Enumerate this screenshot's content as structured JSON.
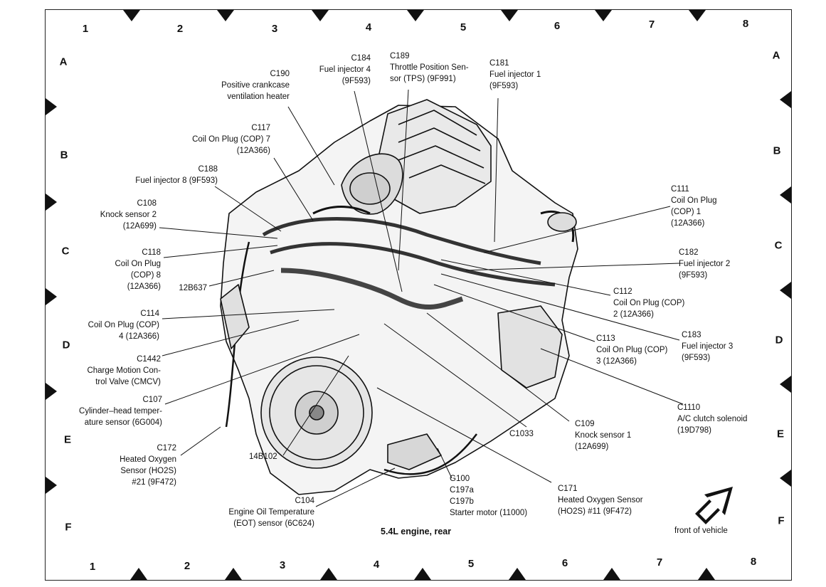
{
  "caption": "5.4L engine, rear",
  "front_label": "front of vehicle",
  "grid": {
    "numbers": [
      "1",
      "2",
      "3",
      "4",
      "5",
      "6",
      "7",
      "8"
    ],
    "letters": [
      "A",
      "B",
      "C",
      "D",
      "E",
      "F"
    ]
  },
  "callouts": {
    "c190": "C190\nPositive crankcase\nventilation heater",
    "c184": "C184\nFuel injector 4\n(9F593)",
    "c189": "C189\nThrottle Position Sen-\nsor (TPS) (9F991)",
    "c181": "C181\nFuel injector 1\n(9F593)",
    "c117": "C117\nCoil On Plug (COP) 7\n(12A366)",
    "c188": "C188\nFuel injector 8 (9F593)",
    "c108": "C108\nKnock sensor 2\n(12A699)",
    "c118": "C118\nCoil On Plug\n(COP) 8\n(12A366)",
    "x12b637": "12B637",
    "c114": "C114\nCoil On Plug (COP)\n4 (12A366)",
    "c1442": "C1442\nCharge Motion Con-\ntrol Valve (CMCV)",
    "c107": "C107\nCylinder–head temper-\nature sensor (6G004)",
    "c172": "C172\nHeated Oxygen\nSensor (HO2S)\n#21 (9F472)",
    "x14b102": "14B102",
    "c104": "C104\nEngine Oil Temperature\n(EOT) sensor (6C624)",
    "g100": "G100\nC197a\nC197b\nStarter motor (11000)",
    "c1033": "C1033",
    "c171": "C171\nHeated Oxygen Sensor\n(HO2S) #11 (9F472)",
    "c109": "C109\nKnock sensor 1\n(12A699)",
    "c1110": "C1110\nA/C clutch solenoid\n(19D798)",
    "c113": "C113\nCoil On Plug (COP)\n3 (12A366)",
    "c183": "C183\nFuel injector 3\n(9F593)",
    "c112": "C112\nCoil On Plug (COP)\n2 (12A366)",
    "c182": "C182\nFuel injector 2\n(9F593)",
    "c111": "C111\nCoil On Plug\n(COP) 1\n(12A366)"
  }
}
